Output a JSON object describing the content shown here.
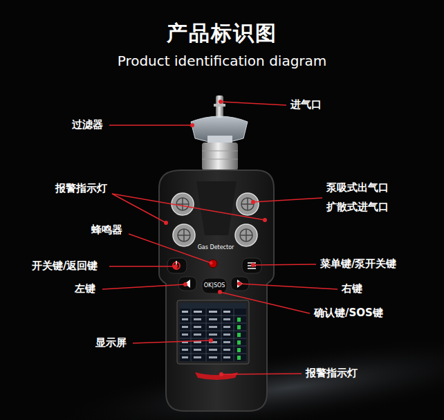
{
  "diagram": {
    "title": "产品标识图",
    "labels": [
      "Product identification diagram",
      "进气口",
      "过滤器",
      "报警指示灯",
      "泵吸式出气口",
      "扩散式进气口",
      "蜂鸣器",
      "开关键/返回键",
      "菜单键/泵开关键",
      "左键",
      "右键",
      "确认键/SOS键",
      "显示屏",
      "报警指示灯",
      "Gas Detector",
      "OK|SOS"
    ]
  }
}
